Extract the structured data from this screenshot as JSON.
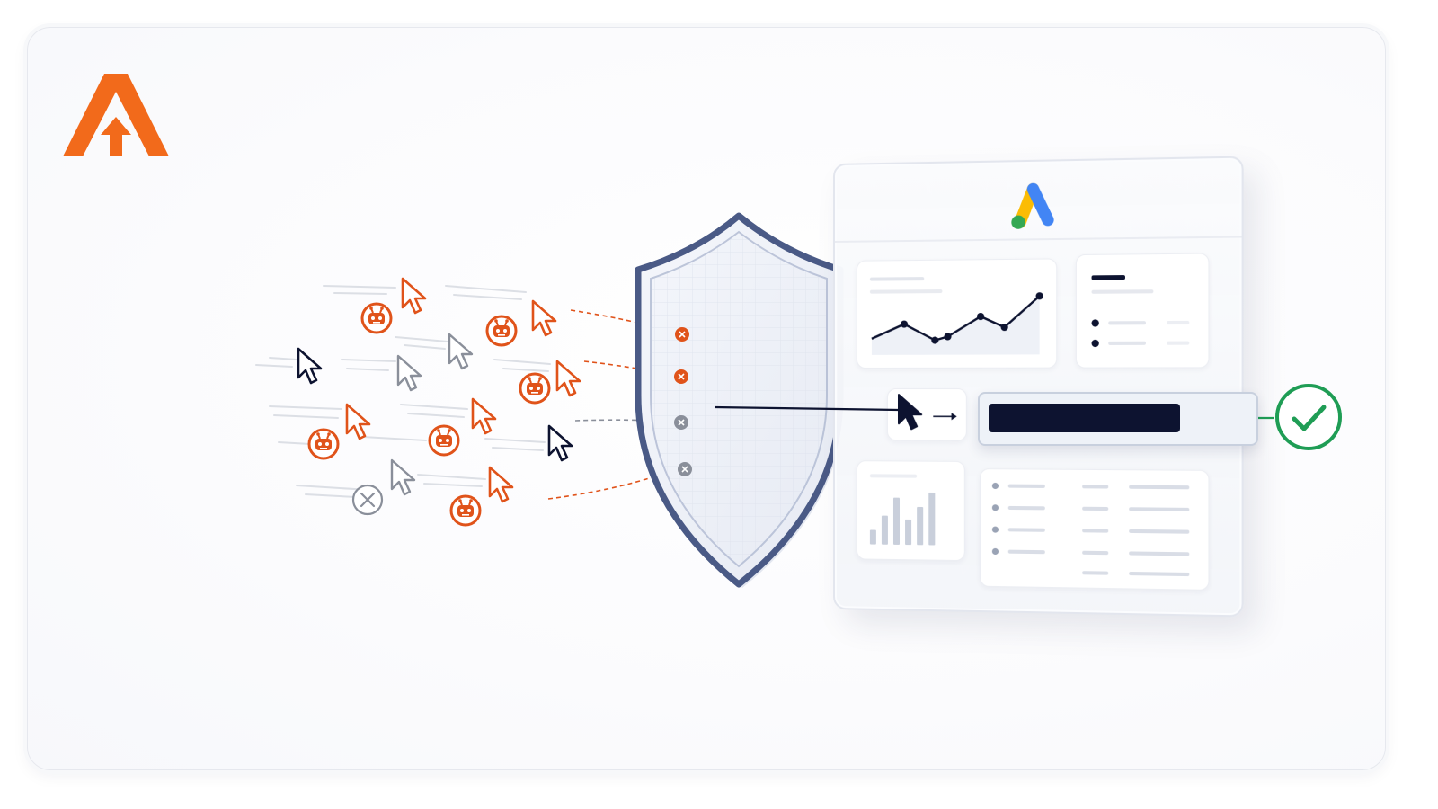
{
  "colors": {
    "brand_orange": "#f26a1b",
    "bot_orange": "#e0531a",
    "navy": "#0d1330",
    "shield_border": "#4a5a86",
    "check_green": "#1f9d55",
    "ads_blue": "#4285f4",
    "ads_yellow": "#fbbc04",
    "ads_green": "#34a853",
    "gray_cursor": "#8a8f9a"
  },
  "icons": {
    "brand_logo": "orange-a-arrow-logo",
    "dashboard_logo": "google-ads-logo",
    "shield": "security-shield",
    "bot": "robot-face",
    "cursor": "mouse-pointer",
    "blocked": "x-circle",
    "approved": "check-circle"
  },
  "dashboard": {
    "progress_fraction": 0.75
  }
}
